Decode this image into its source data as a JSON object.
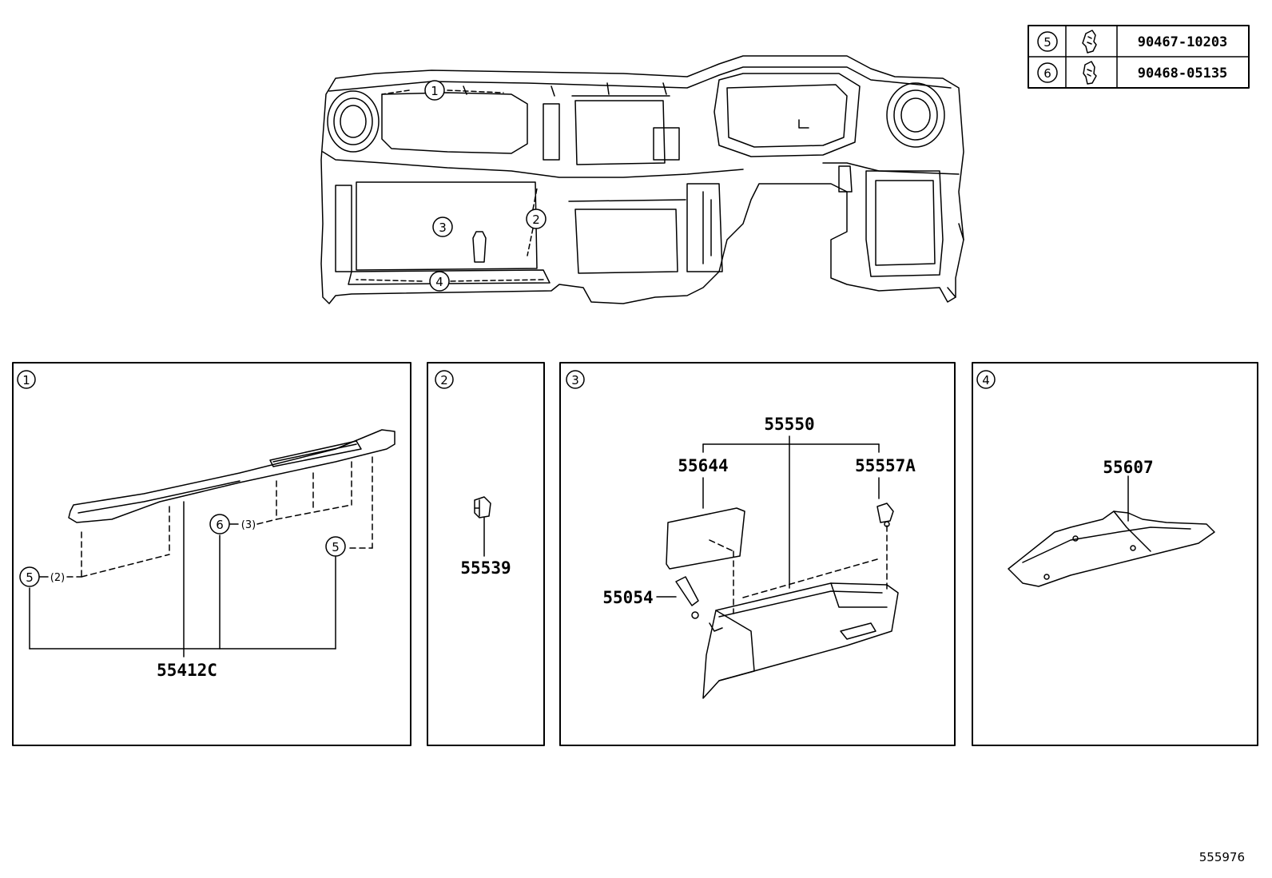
{
  "legend_table": {
    "rows": [
      {
        "callout": "5",
        "icon": "clip-icon",
        "part": "90467-10203"
      },
      {
        "callout": "6",
        "icon": "clip-icon",
        "part": "90468-05135"
      }
    ]
  },
  "overview": {
    "callouts": [
      "1",
      "2",
      "3",
      "4"
    ]
  },
  "panels": [
    {
      "id": "1",
      "parts": [
        "55412C"
      ],
      "callouts": [
        "6",
        "5",
        "5"
      ],
      "quantities": [
        "(3)",
        "(2)"
      ]
    },
    {
      "id": "2",
      "parts": [
        "55539"
      ]
    },
    {
      "id": "3",
      "parts": [
        "55550",
        "55644",
        "55557A",
        "55054"
      ]
    },
    {
      "id": "4",
      "parts": [
        "55607"
      ]
    }
  ],
  "footer": {
    "diagram_number": "555976"
  }
}
